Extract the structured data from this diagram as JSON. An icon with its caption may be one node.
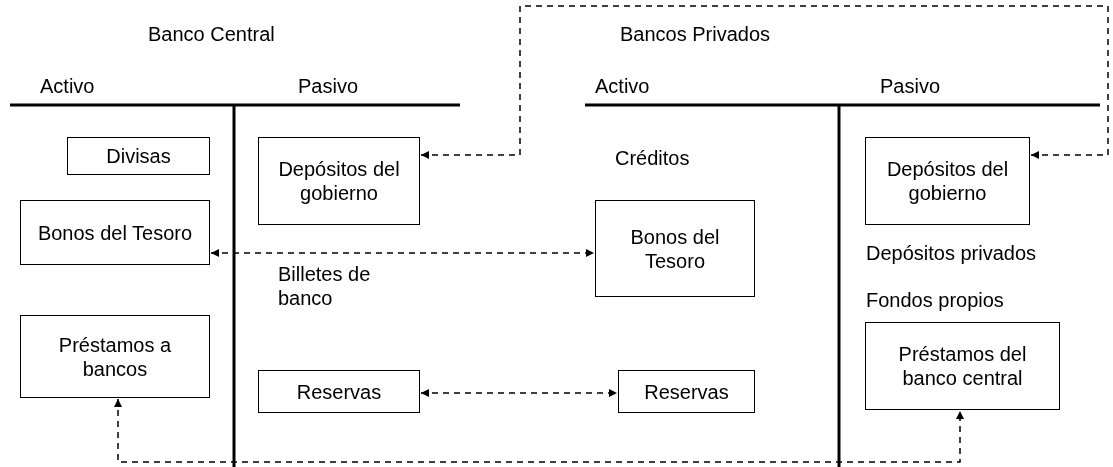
{
  "diagram": {
    "nodes": [
      {
        "text": [
          "Divisas"
        ]
      },
      {
        "text": [
          "Bonos del Tesoro"
        ]
      },
      {
        "text": [
          "Préstamos a bancos"
        ]
      },
      {
        "text": [
          "Depósitos del gobierno"
        ]
      },
      {
        "text": [
          "Reservas"
        ]
      },
      {
        "text": [
          "Bonos del Tesoro"
        ]
      },
      {
        "text": [
          "Reservas"
        ]
      },
      {
        "text": [
          "Depósitos del gobierno"
        ]
      },
      {
        "text": [
          "Préstamos del banco central"
        ]
      }
    ],
    "edges": [
      {
        "from": 3,
        "to": 7,
        "arrow": "both",
        "style": "dashed"
      },
      {
        "from": 1,
        "to": 5,
        "arrow": "both",
        "style": "dashed"
      },
      {
        "from": 4,
        "to": 6,
        "arrow": "both",
        "style": "dashed"
      },
      {
        "from": 2,
        "to": 8,
        "arrow": "both",
        "style": "dashed"
      }
    ],
    "labels": [
      "Banco Central",
      "Bancos Privados",
      "Activo",
      "Pasivo",
      "Activo",
      "Pasivo",
      "Créditos",
      "Billetes de banco",
      "Depósitos privados",
      "Fondos propios"
    ]
  }
}
